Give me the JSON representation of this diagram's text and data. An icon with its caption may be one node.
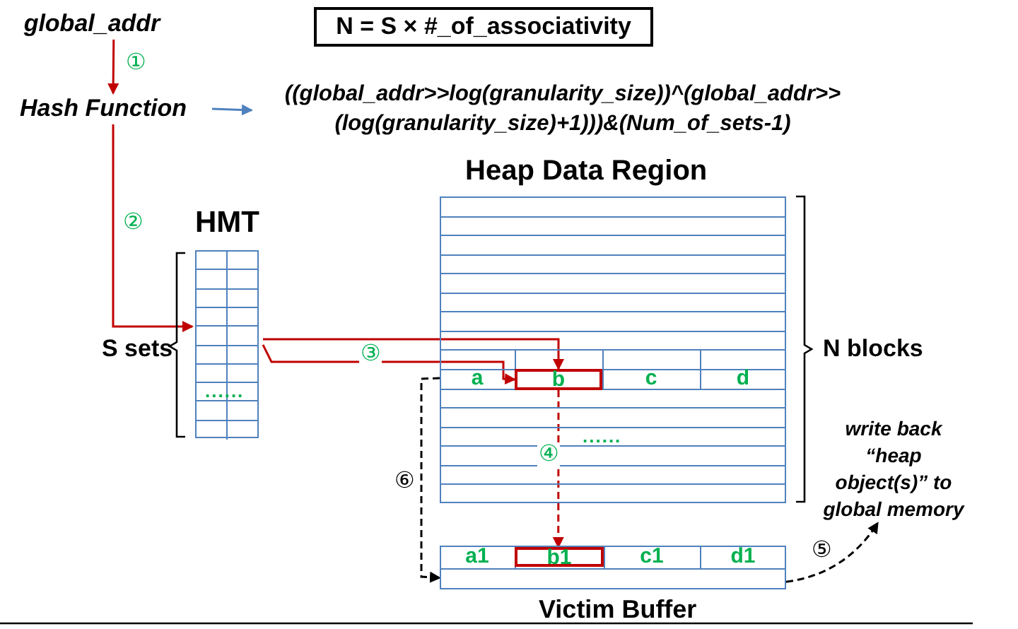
{
  "diagram": {
    "nodes": [
      {
        "text": [
          "global_addr"
        ]
      },
      {
        "text": [
          "Hash Function"
        ]
      },
      {
        "text": [
          "((global_addr>>log(granularity_size))^(global_addr>> (log(granularity_size)+1)))&(Num_of_sets-1)"
        ]
      },
      {
        "text": [
          "HMT"
        ]
      },
      {
        "text": [
          "Heap Data Region"
        ]
      },
      {
        "text": [
          "a"
        ],
        "in": 4
      },
      {
        "text": [
          "b"
        ],
        "in": 4
      },
      {
        "text": [
          "c"
        ],
        "in": 4
      },
      {
        "text": [
          "d"
        ],
        "in": 4
      },
      {
        "text": [
          "Victim Buffer"
        ]
      },
      {
        "text": [
          "a1"
        ],
        "in": 9
      },
      {
        "text": [
          "b1"
        ],
        "in": 9
      },
      {
        "text": [
          "c1"
        ],
        "in": 9
      },
      {
        "text": [
          "d1"
        ],
        "in": 9
      },
      {
        "text": [
          "write back “heap object(s)” to global memory"
        ]
      },
      {
        "text": [
          "N = S × #_of_associativity"
        ]
      }
    ],
    "edges": [
      {
        "from": 0,
        "to": 1,
        "arrow": "to",
        "label": "①",
        "color": "#c00000"
      },
      {
        "from": 1,
        "to": 2,
        "arrow": "to",
        "color": "#4f81bd"
      },
      {
        "from": 1,
        "to": 3,
        "arrow": "to",
        "label": "②",
        "color": "#c00000"
      },
      {
        "from": 3,
        "to": 6,
        "arrow": "to",
        "label": "③",
        "color": "#c00000"
      },
      {
        "from": 3,
        "to": 6,
        "arrow": "to",
        "color": "#c00000"
      },
      {
        "from": 6,
        "to": 11,
        "arrow": "to",
        "label": "④",
        "style": "dashed",
        "color": "#c00000"
      },
      {
        "from": 9,
        "to": 14,
        "arrow": "to",
        "label": "⑤",
        "style": "dashed",
        "color": "#000000"
      },
      {
        "from": 5,
        "to": 9,
        "arrow": "to",
        "label": "⑥",
        "style": "dashed",
        "color": "#000000"
      }
    ],
    "labels": [
      "S sets",
      "......",
      "......",
      "N blocks"
    ]
  }
}
